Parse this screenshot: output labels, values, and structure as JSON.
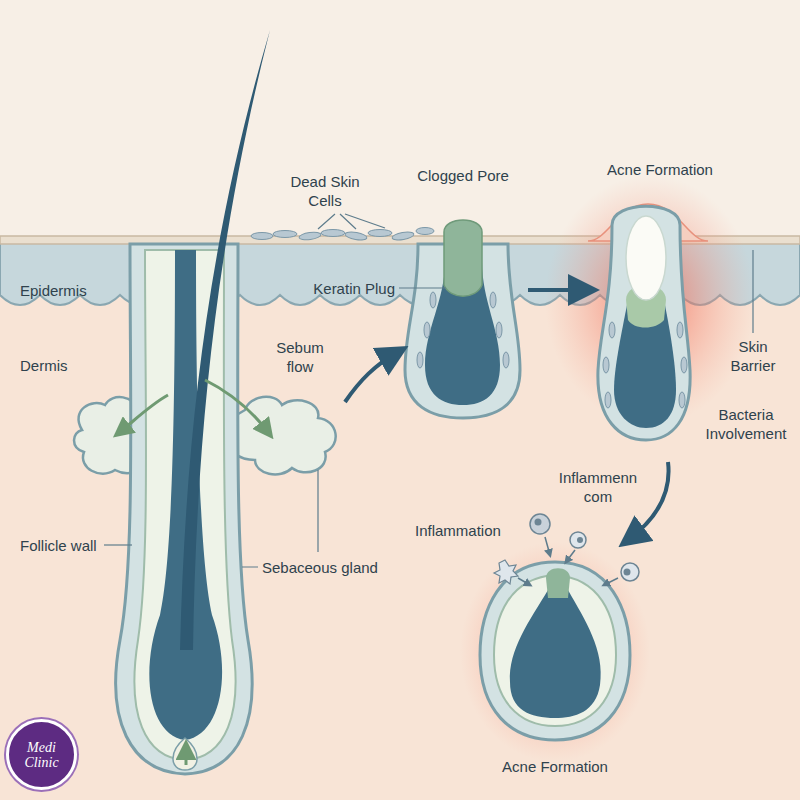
{
  "diagram": {
    "nodes": [
      {
        "text": [
          "Medi Clinic"
        ]
      }
    ],
    "labels": [
      "Dead Skin Cells",
      "Clogged Pore",
      "Acne Formation",
      "Epidermis",
      "Keratin Plug",
      "Dermis",
      "Sebum flow",
      "Skin Barrier",
      "Bacteria Involvement",
      "Inflammenn com",
      "Inflammation",
      "Follicle wall",
      "Sebaceous gland",
      "Acne Formation"
    ]
  }
}
